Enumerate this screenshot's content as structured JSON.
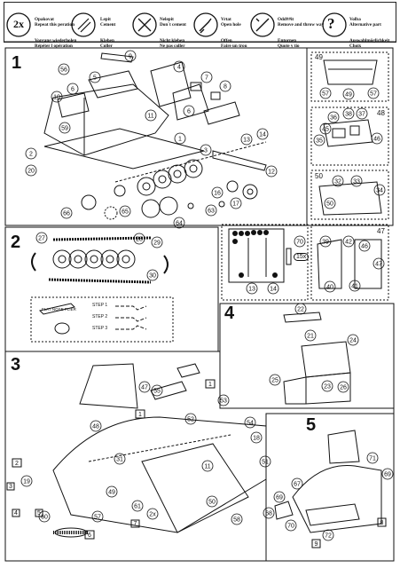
{
  "legend": {
    "repeat_badge": "2x",
    "repeat": [
      "Opakovat",
      "Repeat this peration",
      "Vorgang wiederholen",
      "Répéter l opération"
    ],
    "glue": [
      "Lepit",
      "Cement",
      "Kleben",
      "Coller"
    ],
    "no_glue": [
      "Nelepit",
      "Don´t cement",
      "Nicht kleben",
      "Ne pas coller"
    ],
    "drill": [
      "Vrtat",
      "Open hole",
      "Offen",
      "Faire un trou"
    ],
    "remove": [
      "Odd##it",
      "Remove and throw way",
      "Entornen",
      "Quote y tio"
    ],
    "choice": [
      "Volba",
      "Alternative part",
      "Auswahlmöglichkeit",
      "Choix"
    ],
    "choice_symbol": "?"
  },
  "steps": {
    "s1": "1",
    "s2": "2",
    "s3": "3",
    "s4": "4",
    "s5": "5",
    "sub49": "49",
    "sub48": "48",
    "sub50": "50",
    "sub47": "47"
  },
  "step2_inset": {
    "tool_label": "FLAT NOSE PLIER",
    "step_labels": [
      "STEP 1",
      "STEP 2",
      "STEP 3"
    ]
  },
  "decals_box": {
    "label": "15x"
  }
}
